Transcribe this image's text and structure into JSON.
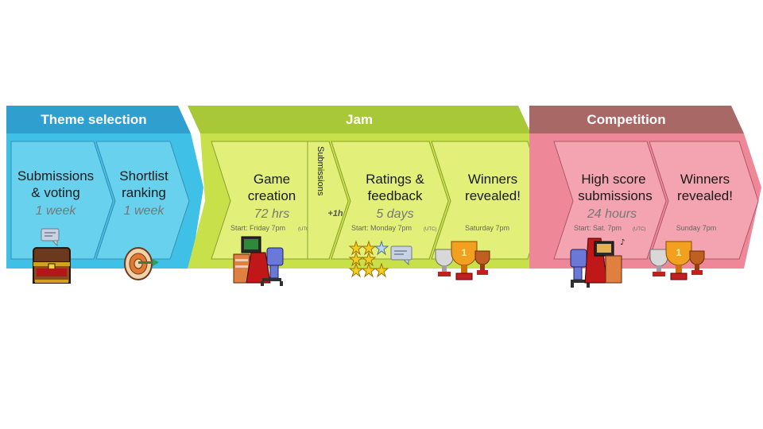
{
  "phases": {
    "theme": {
      "title": "Theme selection",
      "color": "#2aa7d4",
      "inner": "#63cde9"
    },
    "jam": {
      "title": "Jam",
      "color": "#b8d43e",
      "inner": "#d9ec6b"
    },
    "competition": {
      "title": "Competition",
      "color": "#a86562",
      "inner": "#ef8a9b"
    }
  },
  "steps": {
    "submissions_voting": {
      "line1": "Submissions",
      "line2": "& voting",
      "duration": "1 week"
    },
    "shortlist_ranking": {
      "line1": "Shortlist",
      "line2": "ranking",
      "duration": "1 week"
    },
    "game_creation": {
      "line1": "Game",
      "line2": "creation",
      "duration": "72 hrs",
      "start": "Start: Friday 7pm",
      "tz": "(UTC)"
    },
    "submissions_window": {
      "label": "Submissions",
      "extra": "+1h"
    },
    "ratings_feedback": {
      "line1": "Ratings &",
      "line2": "feedback",
      "duration": "5 days",
      "start": "Start: Monday 7pm",
      "tz": "(UTC)"
    },
    "jam_winners": {
      "line1": "Winners",
      "line2": "revealed!",
      "when": "Saturday 7pm"
    },
    "high_score": {
      "line1": "High score",
      "line2": "submissions",
      "duration": "24 hours",
      "start": "Start: Sat. 7pm",
      "tz": "(UTC)"
    },
    "comp_winners": {
      "line1": "Winners",
      "line2": "revealed!",
      "when": "Sunday 7pm"
    }
  },
  "icons": [
    "chat-bubble-icon",
    "treasure-chest-icon",
    "target-icon",
    "developer-at-desk-icon",
    "stars-icon",
    "trophy-icon"
  ]
}
